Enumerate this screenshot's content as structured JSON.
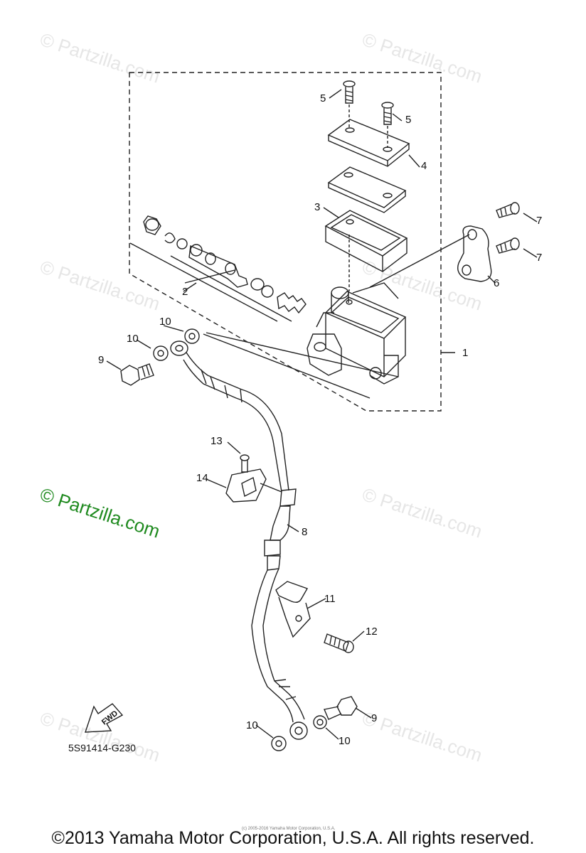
{
  "watermarks": {
    "faint": "© Partzilla.com",
    "strong": "© Partzilla.com"
  },
  "part_labels": [
    "1",
    "2",
    "3",
    "4",
    "5",
    "5",
    "6",
    "7",
    "7",
    "8",
    "9",
    "9",
    "10",
    "10",
    "10",
    "10",
    "11",
    "12",
    "13",
    "14"
  ],
  "diagram_code": "5S91414-G230",
  "fwd_label": "FWD",
  "fine_print": "(c) 2005-2016 Yamaha Motor Corporation, U.S.A.",
  "copyright": "©2013 Yamaha Motor Corporation, U.S.A. All rights reserved.",
  "colors": {
    "line": "#222222",
    "watermark_faint": "#e6e6e6",
    "watermark_strong": "#1f8a1f"
  }
}
